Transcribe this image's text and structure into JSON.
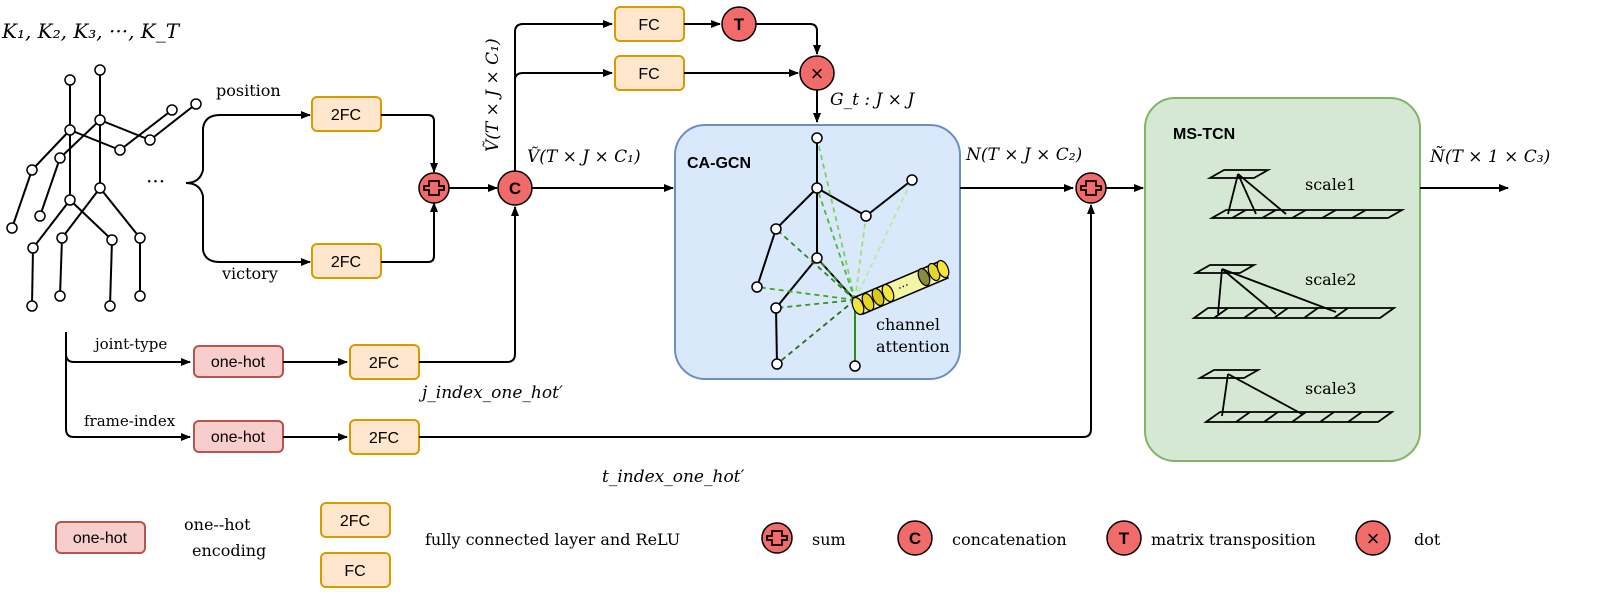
{
  "inputs": {
    "keyframes_label": "K₁, K₂, K₃, ···, K_T",
    "ellipsis": "···",
    "branch_position": "position",
    "branch_victory": "victory",
    "branch_joint_type": "joint-type",
    "branch_frame_index": "frame-index"
  },
  "boxes": {
    "fc": "FC",
    "fc2": "2FC",
    "onehot": "one-hot"
  },
  "ops": {
    "transpose": "T",
    "dot": "×",
    "sum": "+",
    "concat": "C"
  },
  "labels": {
    "v_tilde_vertical": "Ṽ(T × J × C₁)",
    "v_tilde": "Ṽ(T × J × C₁)",
    "gt": "G_t : J × J",
    "n_out": "N(T × J × C₂)",
    "n_tilde": "Ñ(T × 1 × C₃)",
    "j_index": "j_index_one_hot′",
    "t_index": "t_index_one_hot′"
  },
  "cagcn": {
    "title": "CA-GCN",
    "channel_attention_1": "channel",
    "channel_attention_2": "attention",
    "ellipsis": "···"
  },
  "mstcn": {
    "title": "MS-TCN",
    "scales": [
      "scale1",
      "scale2",
      "scale3"
    ]
  },
  "legend": {
    "onehot_box": "one-hot",
    "onehot_text_1": "one--hot",
    "onehot_text_2": "encoding",
    "fc2_box": "2FC",
    "fc_box": "FC",
    "fc_text": "fully connected layer and ReLU",
    "sum_text": "sum",
    "concat_symbol": "C",
    "concat_text": "concatenation",
    "transpose_symbol": "T",
    "transpose_text": "matrix transposition",
    "dot_symbol": "×",
    "dot_text": "dot"
  },
  "colors": {
    "fc_fill": "#ffe6cc",
    "fc_stroke": "#d79b00",
    "onehot_fill": "#f8cecc",
    "onehot_stroke": "#b85450",
    "op_fill": "#f26b6b",
    "cagcn_fill": "#dae8fc",
    "cagcn_stroke": "#6c8ebf",
    "mstcn_fill": "#d5e8d4",
    "mstcn_stroke": "#82b366"
  }
}
